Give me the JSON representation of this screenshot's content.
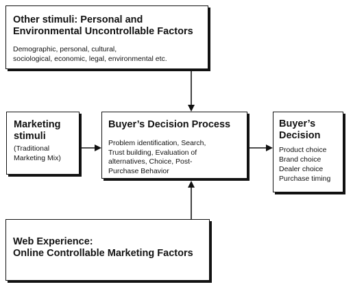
{
  "boxes": {
    "other_stimuli": {
      "title": "Other stimuli: Personal and\nEnvironmental Uncontrollable Factors",
      "description": "Demographic, personal, cultural,\nsociological, economic, legal, environmental etc."
    },
    "marketing_stimuli": {
      "title": "Marketing\nstimuli",
      "description": "(Traditional\nMarketing Mix)"
    },
    "decision_process": {
      "title": "Buyer’s  Decision Process",
      "description": "Problem identification, Search,\nTrust building, Evaluation of\nalternatives, Choice, Post-\nPurchase Behavior"
    },
    "buyers_decision": {
      "title": "Buyer’s\nDecision",
      "description": "Product choice\nBrand choice\nDealer choice\nPurchase timing"
    },
    "web_experience": {
      "title": "Web Experience:\nOnline Controllable Marketing Factors"
    }
  },
  "colors": {
    "stroke": "#111111",
    "background": "#ffffff"
  }
}
